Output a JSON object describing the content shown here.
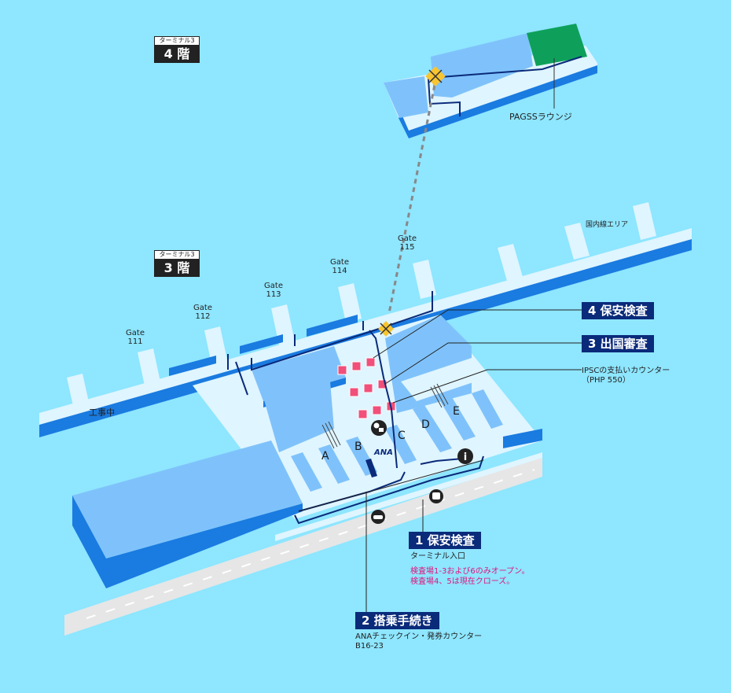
{
  "floors": {
    "floor4": {
      "terminal": "ターミナル3",
      "level": "4 階"
    },
    "floor3": {
      "terminal": "ターミナル3",
      "level": "3 階"
    }
  },
  "gates": [
    {
      "name": "Gate",
      "number": "111"
    },
    {
      "name": "Gate",
      "number": "112"
    },
    {
      "name": "Gate",
      "number": "113"
    },
    {
      "name": "Gate",
      "number": "114"
    },
    {
      "name": "Gate",
      "number": "115"
    }
  ],
  "labels": {
    "lounge": "PAGSSラウンジ",
    "domestic": "国内線エリア",
    "construction": "工事中",
    "ipsc_line1": "IPSCの支払いカウンター",
    "ipsc_line2": "（PHP 550）",
    "terminal_entrance": "ターミナル入口",
    "note_line1": "検査場1-3および6のみオープン。",
    "note_line2": "検査場4、5は現在クローズ。",
    "ana_counter": "ANAチェックイン・発券カウンター",
    "ana_counter_gate": "B16-23",
    "ana_logo": "ANA"
  },
  "steps": {
    "step1": "1 保安検査",
    "step2": "2 搭乗手続き",
    "step3": "3 出国審査",
    "step4": "4 保安検査"
  },
  "sections": [
    "A",
    "B",
    "C",
    "D",
    "E"
  ],
  "icons": [
    "info-icon",
    "bus-icon",
    "taxi-icon",
    "exchange-icon"
  ],
  "colors": {
    "background": "#8ee6ff",
    "building_top": "#dff5ff",
    "building_side": "#1a7be0",
    "counter": "#7fc2fb",
    "lounge_green": "#0ea05a",
    "route": "#0a2a7a",
    "checkpoint": "#f0507a",
    "note_pink": "#e0147a"
  }
}
